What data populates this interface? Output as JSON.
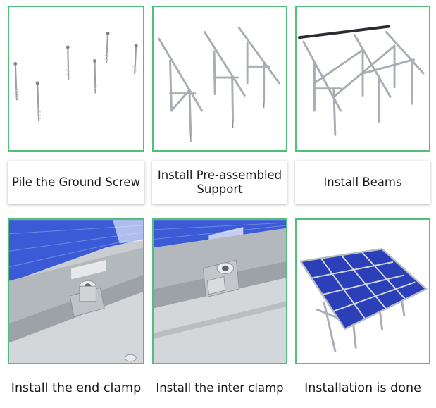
{
  "steps": [
    {
      "label": "Pile the Ground Screw",
      "illustration": "ground-screws"
    },
    {
      "label": "Install Pre-assembled Support",
      "illustration": "support-frames"
    },
    {
      "label": "Install Beams",
      "illustration": "beams-frame"
    },
    {
      "label": "Install the end clamp",
      "illustration": "end-clamp-closeup"
    },
    {
      "label": "Install the inter clamp",
      "illustration": "inter-clamp-closeup"
    },
    {
      "label": "Installation is done",
      "illustration": "finished-solar-array"
    }
  ],
  "colors": {
    "panel_border": "#4fbf79",
    "metal": "#a9aeb4",
    "panel_blue": "#2b3fb8",
    "text": "#1a1a1a"
  }
}
